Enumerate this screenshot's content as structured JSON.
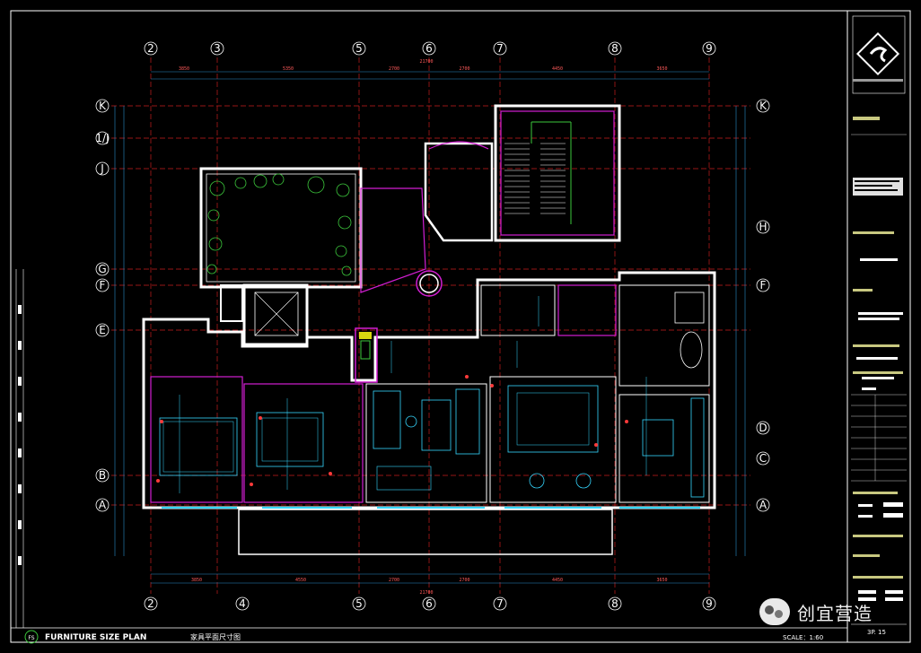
{
  "grid": {
    "columns": [
      "2",
      "3",
      "5",
      "6",
      "7",
      "8",
      "9"
    ],
    "bottom_columns": [
      "2",
      "4",
      "5",
      "6",
      "7",
      "8",
      "9"
    ],
    "rows_left": [
      "K",
      "1/J",
      "J",
      "G",
      "F",
      "E",
      "B",
      "A"
    ],
    "rows_right": [
      "K",
      "H",
      "F",
      "D",
      "C",
      "A"
    ]
  },
  "dimensions": {
    "top_total": "21700",
    "top_segments": [
      "3850",
      "5350",
      "2700",
      "2700",
      "4450",
      "3650"
    ],
    "bottom_total": "21700",
    "bottom_segments": [
      "3850",
      "4550",
      "2700",
      "2700",
      "4450",
      "3650"
    ]
  },
  "footer": {
    "badge": "FS",
    "title": "FURNITURE SIZE PLAN",
    "subtitle": "家具平面尺寸图",
    "scale": "SCALE：1:60"
  },
  "title_block": {
    "sheet_number": "3P. 15"
  },
  "watermark": {
    "text": "创宜营造"
  },
  "colors": {
    "background": "#000000",
    "border": "#ffffff",
    "grid_line": "#c81e1e",
    "wall": "#ffffff",
    "wall_accent": "#d21ed2",
    "dimension": "#2a8cc8",
    "furniture": "#35d7ff",
    "plant": "#3cc83c",
    "label": "#ffffff"
  }
}
